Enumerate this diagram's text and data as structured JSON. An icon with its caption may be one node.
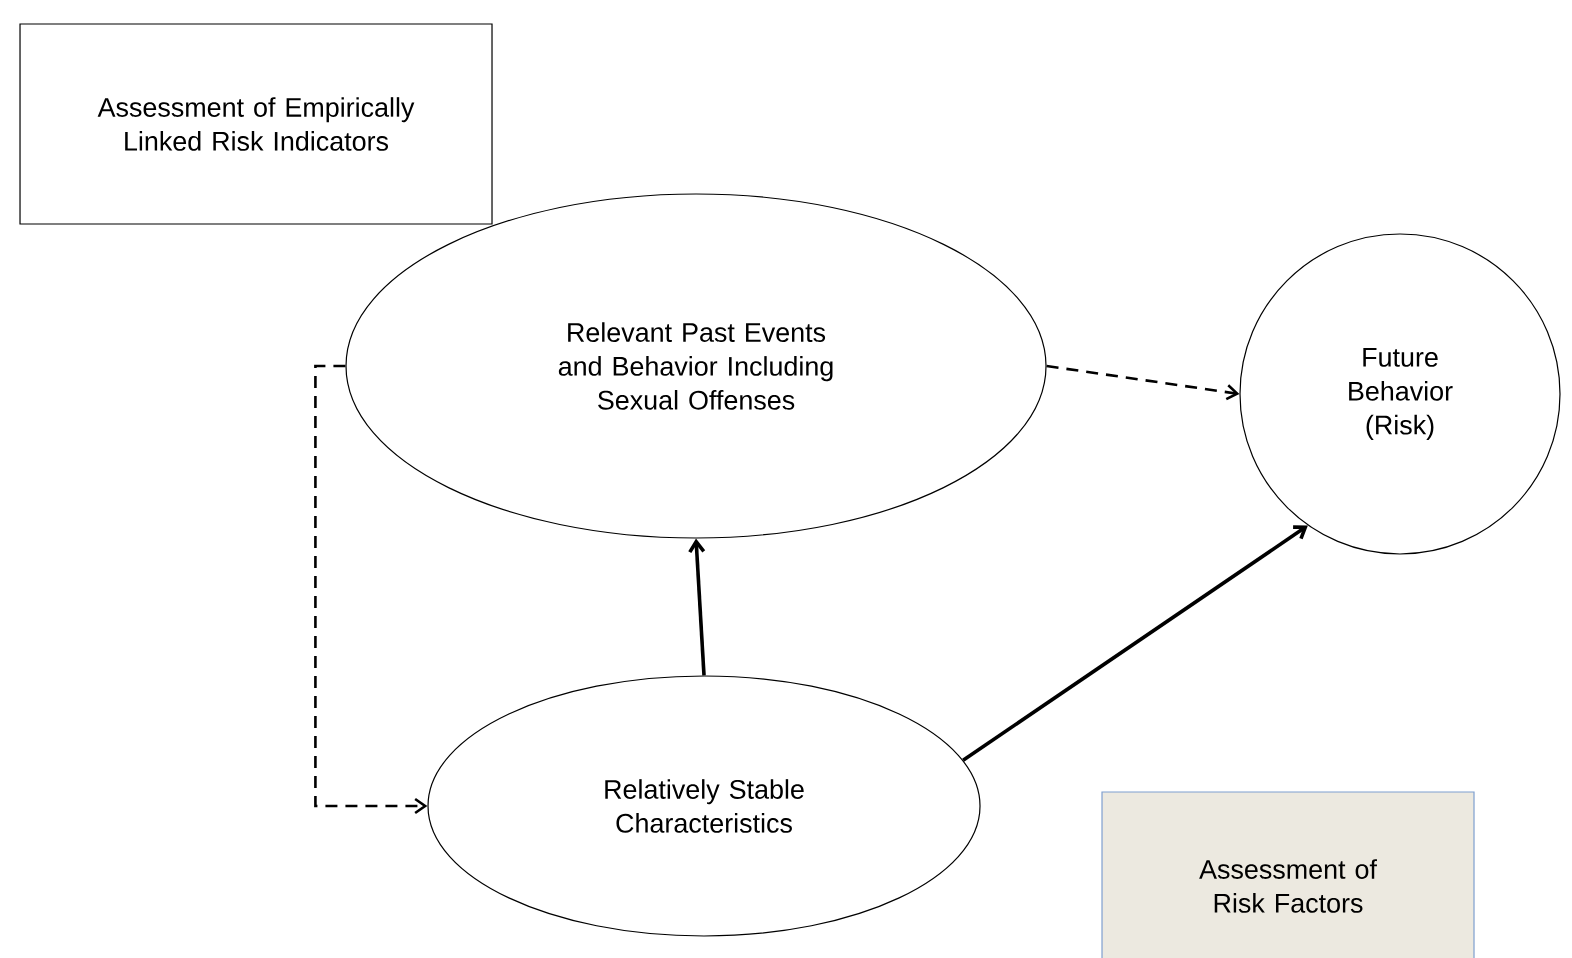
{
  "diagram": {
    "nodes": [
      {
        "text": [
          "Assessment of Empirically Linked Risk Indicators"
        ]
      },
      {
        "text": [
          "Relevant Past Events and Behavior Including Sexual Offenses"
        ]
      },
      {
        "text": [
          "Future Behavior (Risk)"
        ]
      },
      {
        "text": [
          "Relatively Stable Characteristics"
        ]
      },
      {
        "text": [
          "Assessment of Risk Factors"
        ]
      }
    ],
    "edges": [
      {
        "from": 1,
        "to": 2,
        "arrow": "to",
        "style": "dashed"
      },
      {
        "from": 1,
        "to": 3,
        "arrow": "to",
        "style": "dashed"
      },
      {
        "from": 3,
        "to": 1,
        "arrow": "to"
      },
      {
        "from": 3,
        "to": 2,
        "arrow": "to"
      }
    ]
  }
}
